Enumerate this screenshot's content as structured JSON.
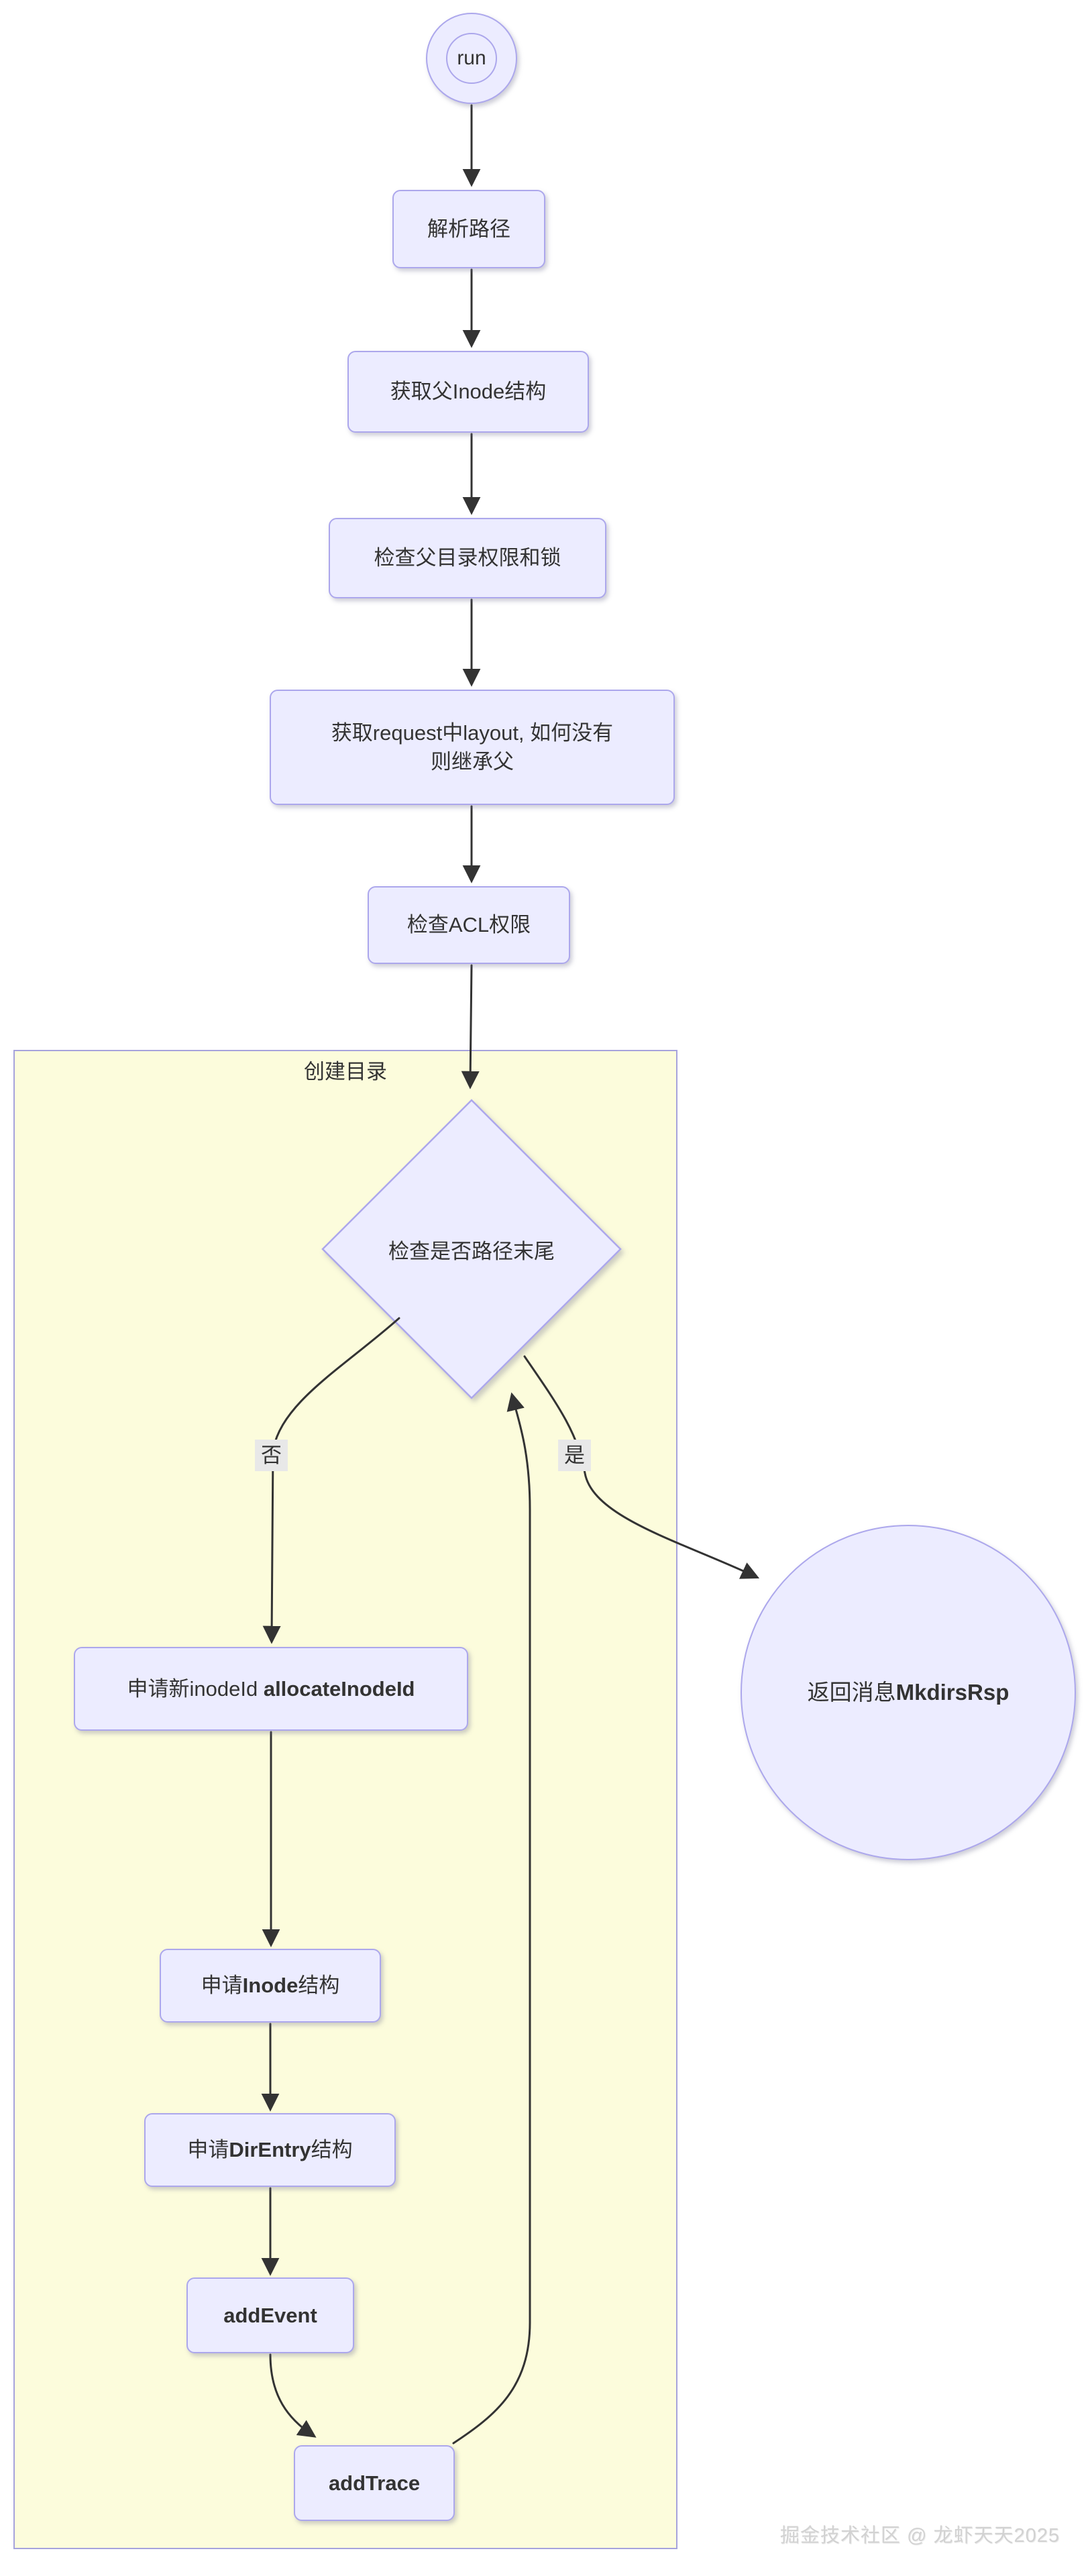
{
  "diagram": {
    "nodes": {
      "run": {
        "label": "run"
      },
      "parse_path": {
        "label": "解析路径"
      },
      "get_parent_inode": {
        "label": "获取父Inode结构"
      },
      "check_parent_perm": {
        "label": "检查父目录权限和锁"
      },
      "get_layout": {
        "line1": "获取request中layout, 如何没有",
        "line2": "则继承父"
      },
      "check_acl": {
        "label": "检查ACL权限"
      },
      "check_path_end": {
        "label": "检查是否路径末尾"
      },
      "alloc_inode_id": {
        "prefix": "申请新inodeId ",
        "bold": "allocateInodeId"
      },
      "return_mkdirs_rsp": {
        "prefix": "返回消息",
        "bold": "MkdirsRsp"
      },
      "alloc_inode_struct": {
        "prefix": "申请",
        "bold": "Inode",
        "suffix": "结构"
      },
      "alloc_direntry_struct": {
        "prefix": "申请",
        "bold": "DirEntry",
        "suffix": "结构"
      },
      "add_event": {
        "label": "addEvent"
      },
      "add_trace": {
        "label": "addTrace"
      }
    },
    "cluster": {
      "label": "创建目录"
    },
    "edge_labels": {
      "no": "否",
      "yes": "是"
    },
    "watermark": "掘金技术社区 @ 龙虾天天2025",
    "colors": {
      "node_fill": "#ECECFF",
      "node_border": "#ACA7EC",
      "cluster_fill": "#FCFCDC",
      "cluster_border": "#A6A3DC",
      "edge": "#333333",
      "edge_label_bg": "#E8E8E8",
      "text": "#333333",
      "watermark": "#D2D2D2"
    }
  }
}
